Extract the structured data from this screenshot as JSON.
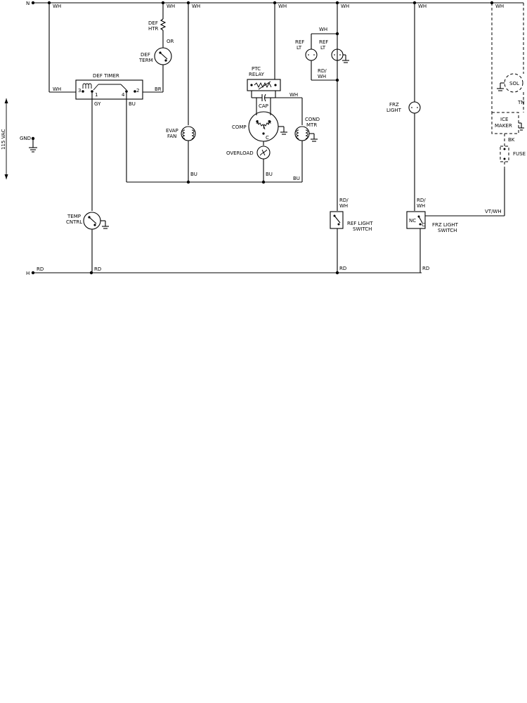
{
  "lines": {
    "n": "N",
    "h": "H",
    "gnd": "GND",
    "vac": "115 VAC"
  },
  "wire": {
    "wh": "WH",
    "br": "BR",
    "gy": "GY",
    "bu": "BU",
    "rd": "RD",
    "rdwh": "RD/",
    "rdwh2": "WH",
    "tn": "TN",
    "bk": "BK",
    "vtwh": "VT/WH",
    "or": "OR"
  },
  "comp": {
    "def_htr_1": "DEF",
    "def_htr_2": "HTR",
    "def_term_1": "DEF",
    "def_term_2": "TERM",
    "def_timer": "DEF TIMER",
    "t3": "3",
    "t1": "1",
    "t4": "4",
    "t2": "2",
    "evap_1": "EVAP",
    "evap_2": "FAN",
    "ptc_1": "PTC",
    "ptc_2": "RELAY",
    "cap": "CAP",
    "comp": "COMP",
    "s": "S",
    "r": "R",
    "c": "C",
    "overload": "OVERLOAD",
    "cond_1": "COND",
    "cond_2": "MTR",
    "ref_lt_1": "REF",
    "ref_lt_2": "LT",
    "frz_1": "FRZ",
    "frz_2": "LIGHT",
    "sol": "SOL",
    "ice_1": "ICE",
    "ice_2": "MAKER",
    "fuse": "FUSE",
    "temp_1": "TEMP",
    "temp_2": "CNTRL",
    "ref_sw_1": "REF LIGHT",
    "ref_sw_2": "SWITCH",
    "frz_sw_1": "FRZ LIGHT",
    "frz_sw_2": "SWITCH",
    "nc": "NC",
    "csw": "C"
  }
}
